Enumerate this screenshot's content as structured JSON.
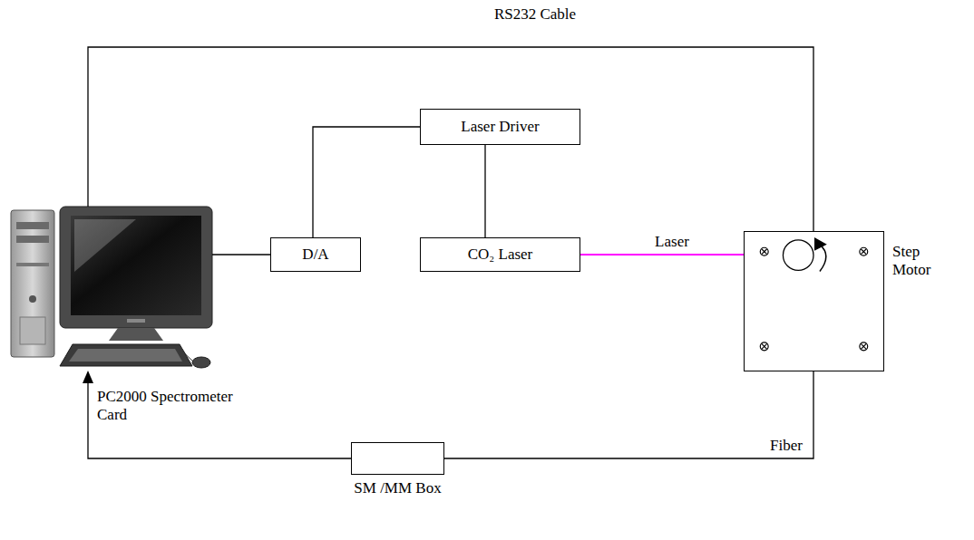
{
  "diagram": {
    "nodes": [
      {
        "text": [
          "Laser Driver"
        ]
      },
      {
        "text": [
          "D/A"
        ]
      },
      {
        "text": [
          "CO₂ Laser"
        ]
      },
      {
        "text": [
          "Step Motor"
        ]
      },
      {
        "text": [
          "SM /MM Box"
        ]
      }
    ],
    "edges": [
      {
        "from": 1,
        "to": 0,
        "arrow": "none"
      },
      {
        "from": 0,
        "to": 2,
        "arrow": "none"
      },
      {
        "from": 2,
        "to": 3,
        "label": "Laser",
        "arrow": "to"
      },
      {
        "from": 3,
        "to": 4,
        "label": "Fiber",
        "arrow": "none"
      }
    ],
    "labels": [
      "RS232 Cable",
      "PC2000 Spectrometer Card"
    ]
  }
}
